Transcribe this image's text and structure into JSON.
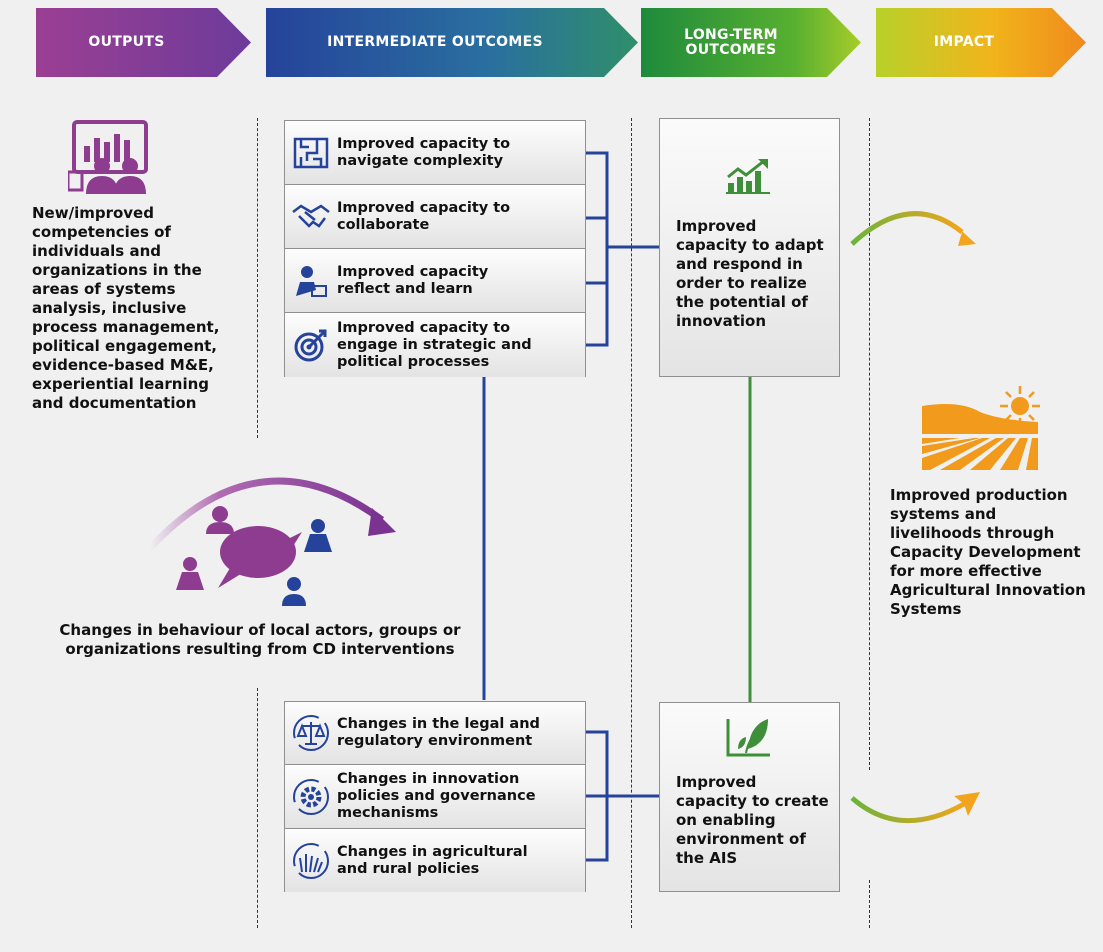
{
  "banners": {
    "outputs": "OUTPUTS",
    "intermediate": "INTERMEDIATE OUTCOMES",
    "longterm_1": "LONG-TERM",
    "longterm_2": "OUTCOMES",
    "impact": "IMPACT"
  },
  "outputs": {
    "competencies": [
      "New/improved",
      "competencies of",
      "individuals and",
      "organizations in the",
      "areas of systems",
      "analysis, inclusive",
      "process management,",
      "political engagement,",
      "evidence-based M&E,",
      "experiential learning",
      "and documentation"
    ],
    "behaviour": [
      "Changes in behaviour of local actors, groups or",
      "organizations resulting from CD interventions"
    ]
  },
  "intermediate_top": [
    {
      "line1": "Improved capacity to",
      "line2": "navigate complexity",
      "icon": "maze-icon"
    },
    {
      "line1": "Improved capacity to",
      "line2": "collaborate",
      "icon": "handshake-icon"
    },
    {
      "line1": "Improved capacity",
      "line2": "reflect and learn",
      "icon": "person-writing-icon"
    },
    {
      "line1": "Improved capacity to",
      "line2": "engage in strategic and",
      "line3": "political processes",
      "icon": "target-icon"
    }
  ],
  "intermediate_bottom": [
    {
      "line1": "Changes in the legal and",
      "line2": "regulatory environment",
      "icon": "scales-icon"
    },
    {
      "line1": "Changes in innovation",
      "line2": "policies and governance",
      "line3": "mechanisms",
      "icon": "gear-icon"
    },
    {
      "line1": "Changes in agricultural",
      "line2": "and rural policies",
      "icon": "grass-icon"
    }
  ],
  "longterm": {
    "adapt": [
      "Improved",
      "capacity to adapt",
      "and respond in",
      "order to realize",
      "the potential of",
      "innovation"
    ],
    "enable": [
      "Improved",
      "capacity to create",
      "on enabling",
      "environment of",
      "the AIS"
    ]
  },
  "impact": {
    "text": [
      "Improved production",
      "systems and",
      "livelihoods through",
      "Capacity Development",
      "for more effective",
      "Agricultural Innovation",
      "Systems"
    ]
  },
  "colors": {
    "purple": "#8e3c8f",
    "blue": "#25439a",
    "green": "#3f8f3a",
    "orange": "#f08a1c"
  }
}
